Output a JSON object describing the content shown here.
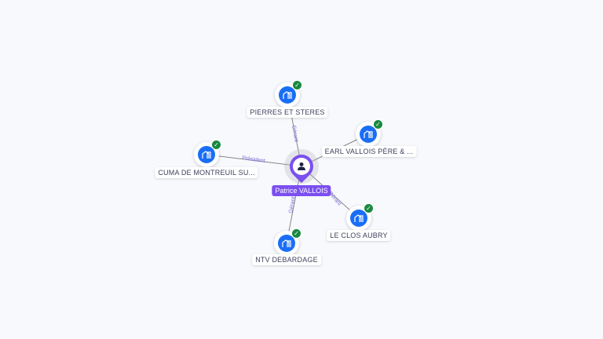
{
  "center": {
    "name": "Patrice VALLOIS",
    "icon": "person-icon"
  },
  "companies": [
    {
      "name": "PIERRES ET STERES",
      "relation": "Gérant",
      "verified": true
    },
    {
      "name": "EARL VALLOIS PÈRE & ...",
      "relation": "",
      "verified": true
    },
    {
      "name": "CUMA DE MONTREUIL SU...",
      "relation": "Président",
      "verified": true
    },
    {
      "name": "LE CLOS AUBRY",
      "relation": "Gérant",
      "verified": true
    },
    {
      "name": "NTV DEBARDAGE",
      "relation": "Gérant",
      "verified": true
    }
  ],
  "colors": {
    "accent": "#7b4ff0",
    "company": "#1a6ef5",
    "verified": "#17893f"
  }
}
